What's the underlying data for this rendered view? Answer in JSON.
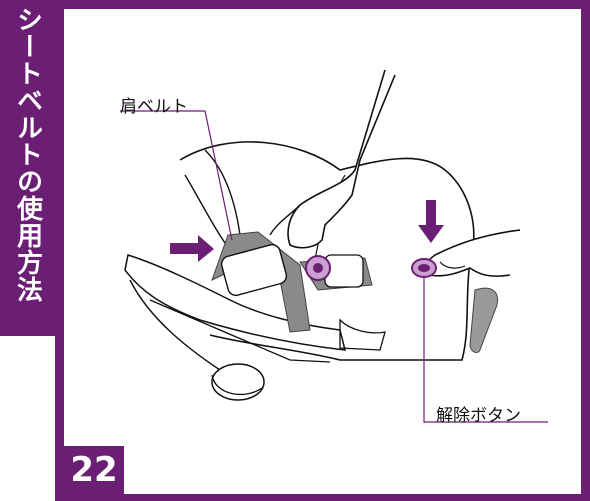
{
  "side_tab": {
    "title": "シートベルトの使用方法"
  },
  "page": {
    "number": "22"
  },
  "labels": {
    "shoulder_belt": "肩ベルト",
    "release_button": "解除ボタン"
  },
  "colors": {
    "brand_purple": "#6b1f74",
    "arrow_purple": "#6b1f74",
    "belt_gray": "#8a8a8a"
  }
}
